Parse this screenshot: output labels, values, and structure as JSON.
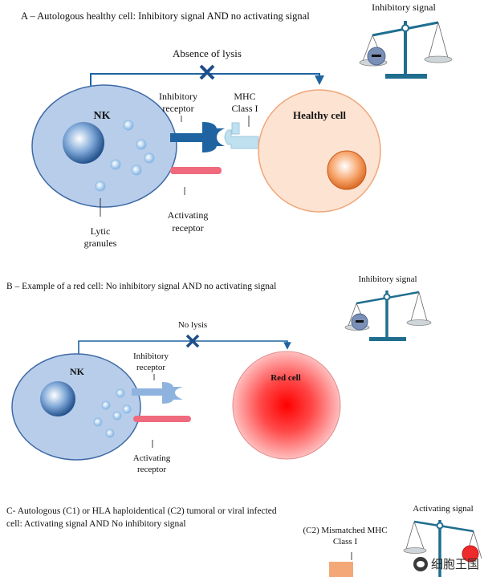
{
  "panelA": {
    "heading": "A – Autologous healthy cell: Inhibitory signal AND no activating signal",
    "absence": "Absence of lysis",
    "nk": "NK",
    "inhibitory_receptor_1": "Inhibitory",
    "inhibitory_receptor_2": "receptor",
    "mhc_1": "MHC",
    "mhc_2": "Class I",
    "healthy_cell": "Healthy cell",
    "activating_1": "Activating",
    "activating_2": "receptor",
    "lytic_1": "Lytic",
    "lytic_2": "granules",
    "scale_label": "Inhibitory signal"
  },
  "panelB": {
    "heading": "B – Example of a red cell: No inhibitory signal AND no activating signal",
    "no_lysis": "No lysis",
    "nk": "NK",
    "inhibitory_1": "Inhibitory",
    "inhibitory_2": "receptor",
    "red_cell": "Red cell",
    "activating_1": "Activating",
    "activating_2": "receptor",
    "scale_label": "Inhibitory signal"
  },
  "panelC": {
    "heading_1": "C- Autologous (C1) or HLA haploidentical (C2) tumoral or viral infected",
    "heading_2": "cell: Activating signal AND No inhibitory signal",
    "mismatch_1": "(C2) Mismatched MHC",
    "mismatch_2": "Class I",
    "scale_label": "Activating signal"
  },
  "watermark": "细胞王国",
  "colors": {
    "nk_fill": "#b7cdea",
    "receptor_blue": "#1f64a0",
    "receptor_light": "#8fb3df",
    "activating_pink": "#f06a7d",
    "healthy_fill": "#fde3d2",
    "healthy_stroke": "#f0a679",
    "red_cell": "#ff1a1a",
    "scale_teal": "#1f6e8e"
  }
}
